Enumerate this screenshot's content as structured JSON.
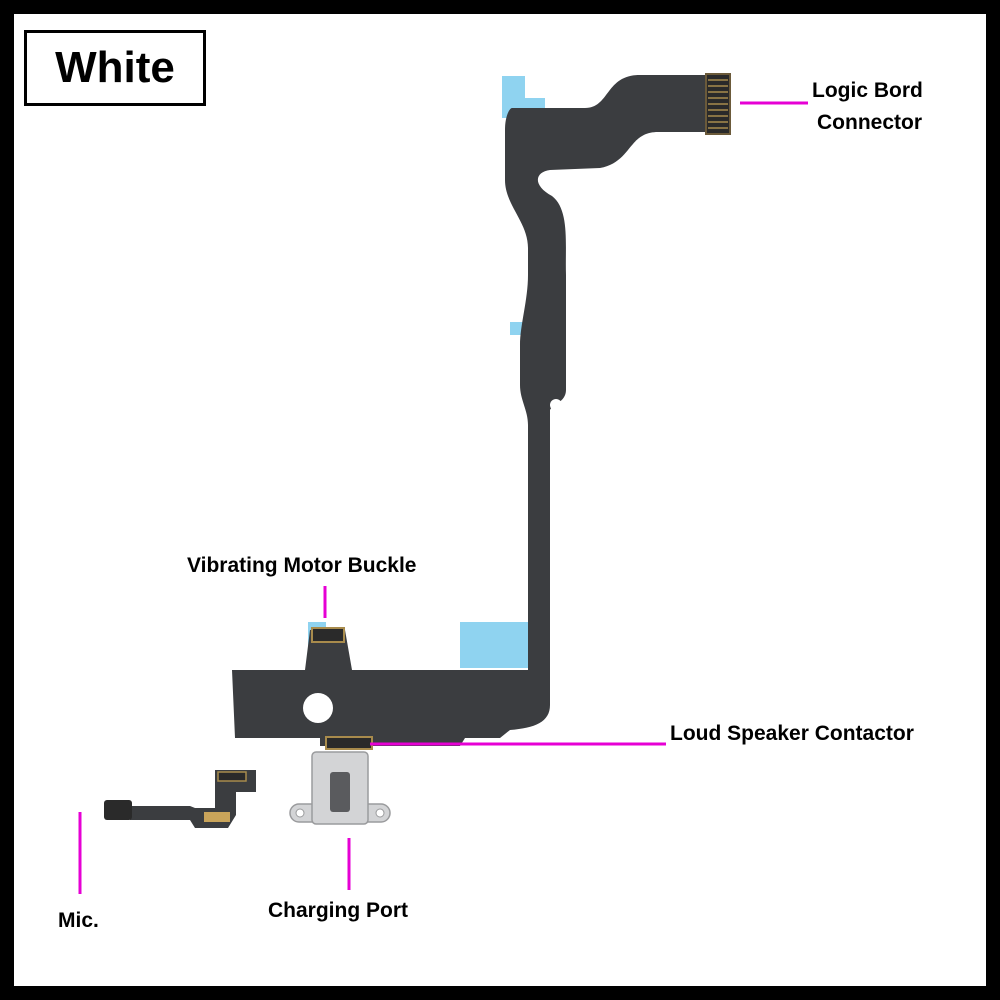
{
  "badge": {
    "label": "White"
  },
  "callouts": {
    "logic_board": {
      "line1": "Logic Bord",
      "line2": "Connector"
    },
    "vibrating_motor": "Vibrating Motor Buckle",
    "loud_speaker": "Loud Speaker Contactor",
    "mic": "Mic.",
    "charging_port": "Charging Port"
  },
  "colors": {
    "leader_line": "#e600d4",
    "flex_cable": "#3b3d40",
    "stiffener_tape": "#7fcff0",
    "port_metal": "#d3d4d6",
    "frame": "#000000"
  }
}
